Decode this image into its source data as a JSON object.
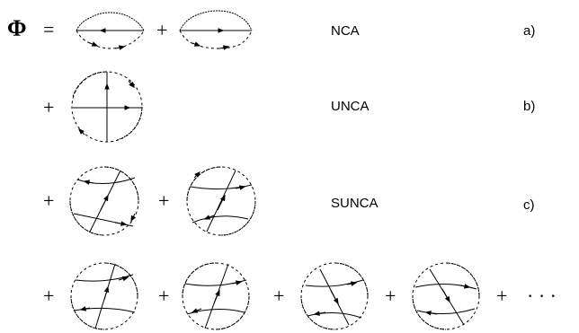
{
  "functional": {
    "symbol": "Φ",
    "equals": "=",
    "plus": "+",
    "ellipsis": "· · ·"
  },
  "rows": [
    {
      "approximation": "NCA",
      "tag": "a)"
    },
    {
      "approximation": "UNCA",
      "tag": "b)"
    },
    {
      "approximation": "SUNCA",
      "tag": "c)"
    }
  ],
  "colors": {
    "ink": "#000000",
    "background": "#ffffff"
  }
}
